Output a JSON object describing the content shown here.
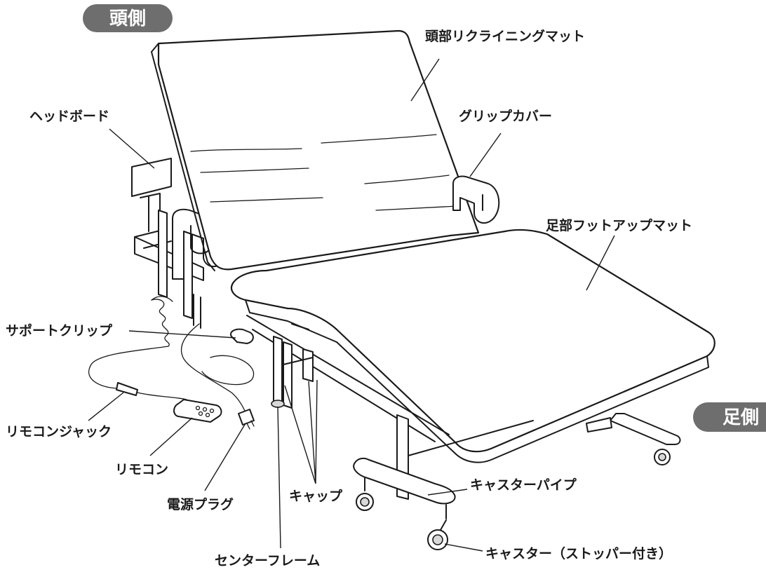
{
  "badges": {
    "head_side": "頭側",
    "foot_side": "足側"
  },
  "labels": {
    "head_recline_mat": "頭部リクライニングマット",
    "headboard": "ヘッドボード",
    "grip_cover": "グリップカバー",
    "foot_up_mat": "足部フットアップマット",
    "support_clip": "サポートクリップ",
    "remote_jack": "リモコンジャック",
    "remote": "リモコン",
    "power_plug": "電源プラグ",
    "cap": "キャップ",
    "caster_pipe": "キャスターパイプ",
    "center_frame": "センターフレーム",
    "caster_with_stopper": "キャスター（ストッパー付き）"
  },
  "colors": {
    "badge_fill": "#6e6e6e",
    "line": "#1a1a1a",
    "background": "#ffffff"
  }
}
